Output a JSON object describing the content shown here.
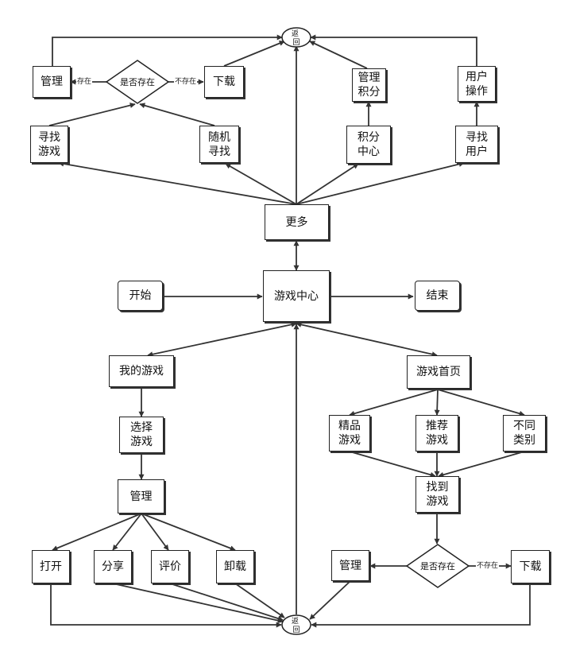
{
  "colors": {
    "stroke": "#333333",
    "fill": "#ffffff",
    "text": "#111111"
  },
  "nodes": {
    "game_center": "游戏中心",
    "start": "开始",
    "end": "结束",
    "more": "更多",
    "return_top": "返\n回",
    "return_bottom": "返\n回",
    "top_manage": "管理",
    "top_exists": "是否存在",
    "top_download": "下载",
    "manage_points": "管理\n积分",
    "user_operation": "用户\n操作",
    "find_game": "寻找\n游戏",
    "random_find": "随机\n寻找",
    "points_center": "积分\n中心",
    "find_user": "寻找\n用户",
    "my_games": "我的游戏",
    "select_game": "选择\n游戏",
    "bottom_manage_left": "管理",
    "open": "打开",
    "share": "分享",
    "review": "评价",
    "uninstall": "卸载",
    "game_home": "游戏首页",
    "featured_games": "精品\n游戏",
    "recommended_games": "推荐\n游戏",
    "different_categories": "不同\n类别",
    "found_game": "找到\n游戏",
    "bottom_exists": "是否存在",
    "bottom_manage_right": "管理",
    "bottom_download": "下载"
  },
  "edge_labels": {
    "top_exists_yes": "存在",
    "top_exists_no": "不存在",
    "bottom_exists_no": "不存在"
  }
}
